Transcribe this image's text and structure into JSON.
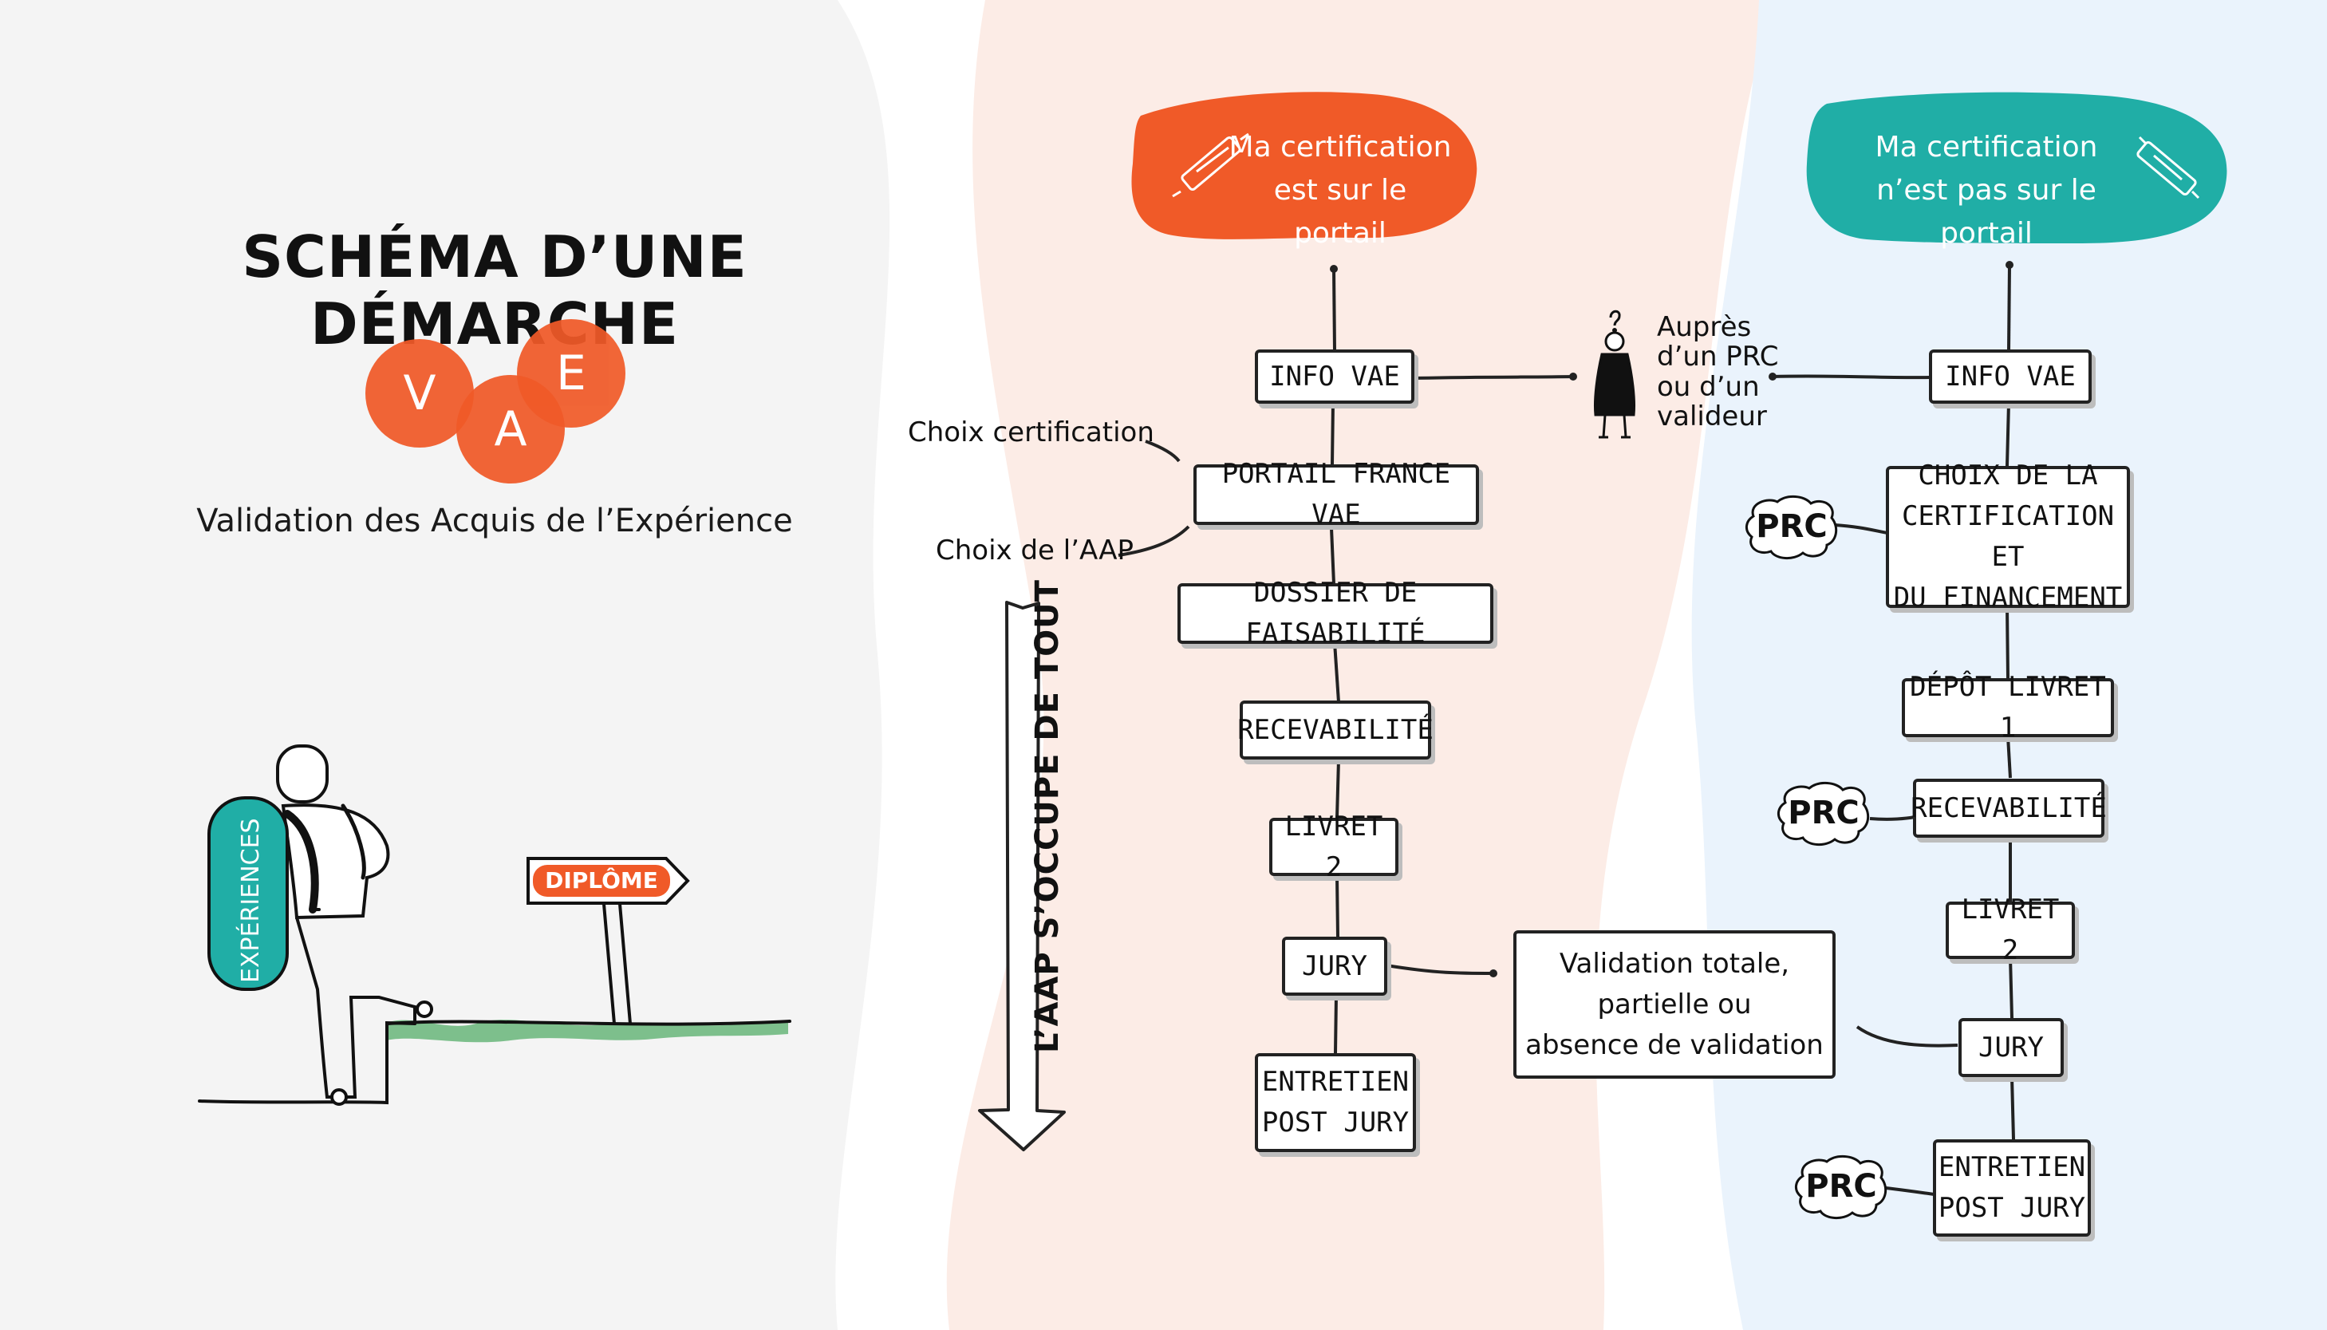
{
  "title": "SCHÉMA D’UNE DÉMARCHE",
  "logo": {
    "v": "V",
    "a": "A",
    "e": "E"
  },
  "subtitle": "Validation des Acquis de l’Expérience",
  "hiker": {
    "backpack_label": "EXPÉRIENCES",
    "sign_label": "DIPLÔME"
  },
  "colors": {
    "orange": "#f05a28",
    "teal": "#20aea6",
    "left_bg": "#f4f4f4",
    "middle_bg": "#fcece6",
    "right_bg": "#eaf3fc",
    "grass": "#7dbf8c"
  },
  "portal_flow": {
    "header": "Ma certification\nest sur le portail",
    "steps": [
      "INFO VAE",
      "PORTAIL FRANCE VAE",
      "DOSSIER DE FAISABILITÉ",
      "RECEVABILITÉ",
      "LIVRET 2",
      "JURY",
      "ENTRETIEN\nPOST JURY"
    ],
    "side_labels": [
      "Choix certification",
      "Choix de l’AAP"
    ],
    "arrow_label": "L’AAP S’OCCUPE DE TOUT"
  },
  "advisor": {
    "label": "Auprès\nd’un PRC\nou d’un\nvalideur",
    "icon": "person-question-icon"
  },
  "validation_note": "Validation totale,\npartielle ou\nabsence de validation",
  "offportal_flow": {
    "header": "Ma certification\nn’est pas sur le portail",
    "steps": [
      "INFO VAE",
      "CHOIX DE LA\nCERTIFICATION ET\nDU FINANCEMENT",
      "DÉPÔT LIVRET 1",
      "RECEVABILITÉ",
      "LIVRET 2",
      "JURY",
      "ENTRETIEN\nPOST JURY"
    ],
    "prc_badge": "PRC"
  }
}
